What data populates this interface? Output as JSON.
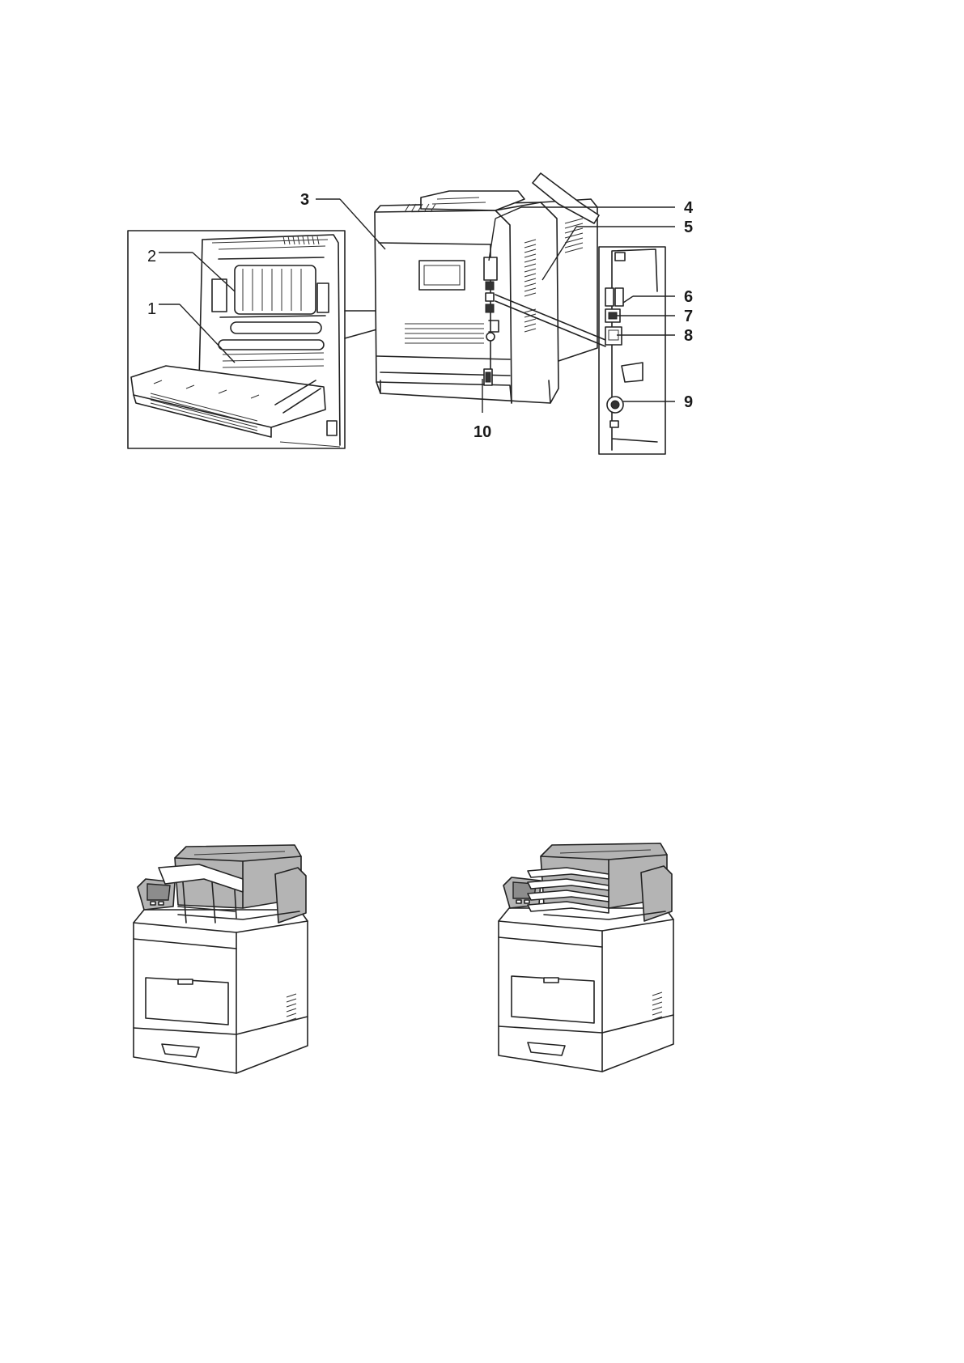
{
  "callouts": {
    "c1": "1",
    "c2": "2",
    "c3": "3",
    "c4": "4",
    "c5": "5",
    "c6": "6",
    "c7": "7",
    "c8": "8",
    "c9": "9",
    "c10": "10"
  },
  "colors": {
    "line": "#222222",
    "accessory_fill": "#b4b4b4",
    "background": "#ffffff"
  }
}
